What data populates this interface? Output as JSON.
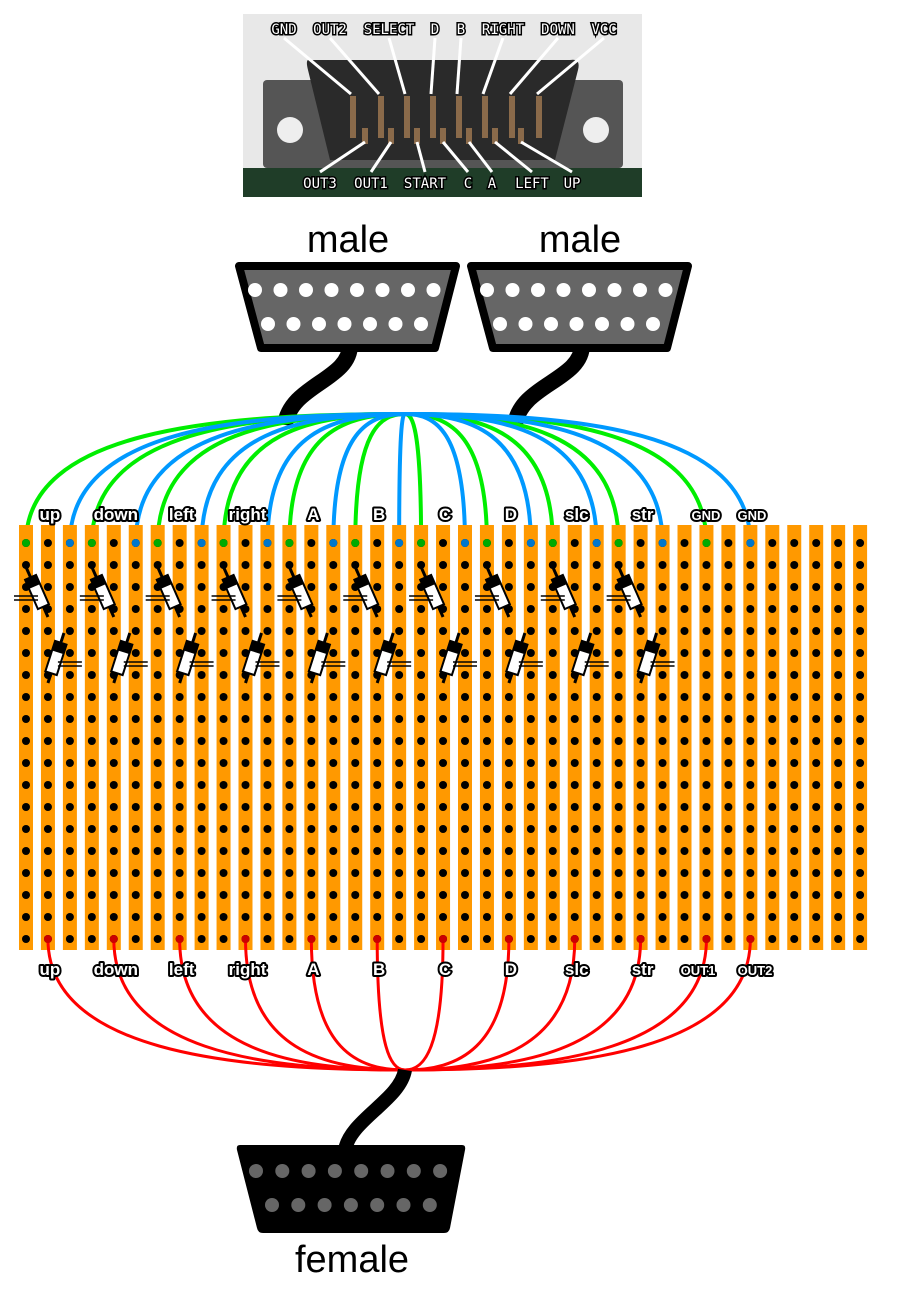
{
  "photo": {
    "top_pins": [
      "GND",
      "OUT2",
      "SELECT",
      "D",
      "B",
      "RIGHT",
      "DOWN",
      "VCC"
    ],
    "bottom_pins": [
      "OUT3",
      "OUT1",
      "START",
      "C",
      "A",
      "LEFT",
      "UP"
    ]
  },
  "connectors": {
    "male_left_label": "male",
    "male_right_label": "male",
    "female_label": "female"
  },
  "board": {
    "strip_count": 39,
    "row_count": 19,
    "top_labels": [
      {
        "text": "up",
        "strip": 1
      },
      {
        "text": "down",
        "strip": 4
      },
      {
        "text": "left",
        "strip": 7
      },
      {
        "text": "right",
        "strip": 10
      },
      {
        "text": "A",
        "strip": 13
      },
      {
        "text": "B",
        "strip": 16
      },
      {
        "text": "C",
        "strip": 19
      },
      {
        "text": "D",
        "strip": 22
      },
      {
        "text": "slc",
        "strip": 25
      },
      {
        "text": "str",
        "strip": 28
      },
      {
        "text": "GND",
        "strip": 31
      },
      {
        "text": "GND",
        "strip": 33
      }
    ],
    "bottom_labels": [
      {
        "text": "up",
        "strip": 1
      },
      {
        "text": "down",
        "strip": 4
      },
      {
        "text": "left",
        "strip": 7
      },
      {
        "text": "right",
        "strip": 10
      },
      {
        "text": "A",
        "strip": 13
      },
      {
        "text": "B",
        "strip": 16
      },
      {
        "text": "C",
        "strip": 19
      },
      {
        "text": "D",
        "strip": 22
      },
      {
        "text": "slc",
        "strip": 25
      },
      {
        "text": "str",
        "strip": 28
      },
      {
        "text": "OUT1",
        "strip": 31
      },
      {
        "text": "OUT2",
        "strip": 33
      }
    ],
    "green_wire_strips": [
      0,
      3,
      6,
      9,
      12,
      15,
      18,
      21,
      24,
      27,
      31
    ],
    "blue_wire_strips": [
      2,
      5,
      8,
      11,
      14,
      17,
      20,
      23,
      26,
      29,
      33
    ],
    "red_wire_strips": [
      1,
      4,
      7,
      10,
      13,
      16,
      19,
      22,
      25,
      28,
      31,
      33
    ],
    "resistor_groups": 10
  },
  "colors": {
    "strip": "#ff9900",
    "green_wire": "#00ee00",
    "blue_wire": "#0099ff",
    "red_wire": "#ff0000",
    "male_body": "#666666",
    "female_body": "#000000"
  }
}
